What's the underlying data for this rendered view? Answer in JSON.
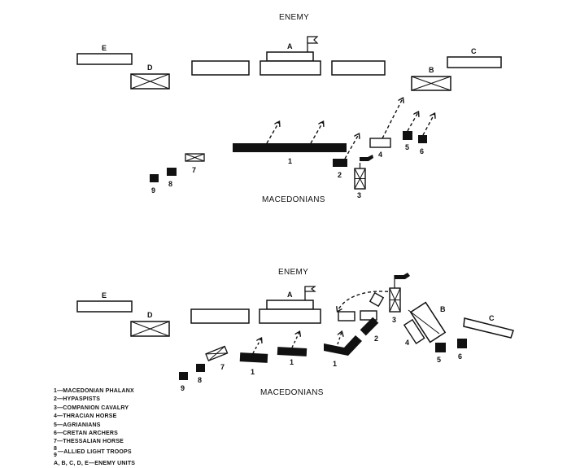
{
  "diagrams": [
    {
      "id": "top",
      "enemy_label": "ENEMY",
      "macedonians_label": "MACEDONIANS",
      "unit_labels": {
        "E": "E",
        "D": "D",
        "A": "A",
        "B": "B",
        "C": "C",
        "m1": "1",
        "m2": "2",
        "m3": "3",
        "m4": "4",
        "m5": "5",
        "m6": "6",
        "m7": "7",
        "m8": "8",
        "m9": "9"
      }
    },
    {
      "id": "bottom",
      "enemy_label": "ENEMY",
      "macedonians_label": "MACEDONIANS",
      "unit_labels": {
        "E": "E",
        "D": "D",
        "A": "A",
        "B": "B",
        "C": "C",
        "m1a": "1",
        "m1b": "1",
        "m1c": "1",
        "m2": "2",
        "m3": "3",
        "m4": "4",
        "m5": "5",
        "m6": "6",
        "m7": "7",
        "m8": "8",
        "m9": "9"
      }
    }
  ],
  "legend": [
    "1—MACEDONIAN PHALANX",
    "2—HYPASPISTS",
    "3—COMPANION CAVALRY",
    "4—THRACIAN HORSE",
    "5—AGRIANIANS",
    "6—CRETAN ARCHERS",
    "7—THESSALIAN HORSE",
    "8",
    "—ALLIED LIGHT TROOPS",
    "9",
    "A, B, C, D, E—ENEMY UNITS"
  ],
  "colors": {
    "ink": "#111111",
    "paper": "#ffffff"
  }
}
